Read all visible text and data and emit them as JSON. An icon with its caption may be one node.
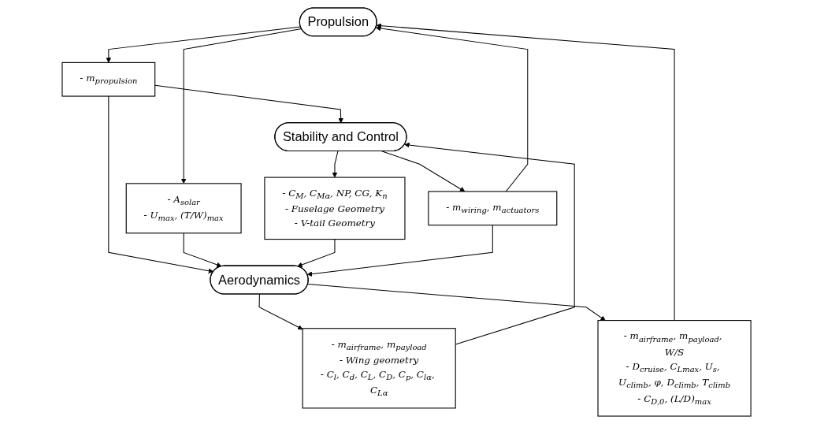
{
  "diagram": {
    "nodes": [
      {
        "text": [
          "Propulsion"
        ]
      },
      {
        "text": [
          "- m$_{propulsion}$"
        ]
      },
      {
        "text": [
          "- A$_{solar}$",
          "- U$_{max}$, (T/W)$_{max}$"
        ]
      },
      {
        "text": [
          "- m$_{airframe}$, m$_{payload}$",
          "- Wing geometry",
          "- C$_{l}$, C$_{d}$, C$_{L}$, C$_{D}$, C$_{p}$, C$_{lα}$, C$_{Lα}$"
        ]
      },
      {
        "text": [
          "Aerodynamics"
        ]
      },
      {
        "text": [
          "- m$_{airframe}$, m$_{payload}$, W/S",
          "- D$_{cruise}$, C$_{Lmax}$, U$_{s}$, U$_{climb}$, φ, D$_{climb}$, T$_{climb}$",
          "- C$_{D,0}$, (L/D)$_{max}$"
        ]
      },
      {
        "text": [
          "Stability and Control"
        ]
      },
      {
        "text": [
          "- C$_{M}$, C$_{Mα}$, NP, CG, K$_{n}$",
          "- Fuselage Geometry",
          "- V-tail Geometry"
        ]
      },
      {
        "text": [
          "- m$_{wiring}$, m$_{actuators}$"
        ]
      }
    ],
    "edges": [
      {
        "from": 0,
        "to": 1,
        "arrow": "to"
      },
      {
        "from": 1,
        "to": 6,
        "arrow": "to"
      },
      {
        "from": 1,
        "to": 4,
        "arrow": "to"
      },
      {
        "from": 0,
        "to": 2,
        "arrow": "to"
      },
      {
        "from": 2,
        "to": 4,
        "arrow": "to"
      },
      {
        "from": 4,
        "to": 3,
        "arrow": "to"
      },
      {
        "from": 3,
        "to": 6,
        "arrow": "to"
      },
      {
        "from": 4,
        "to": 5,
        "arrow": "to"
      },
      {
        "from": 5,
        "to": 0,
        "arrow": "to"
      },
      {
        "from": 7,
        "to": 4,
        "arrow": "to"
      },
      {
        "from": 6,
        "to": 7,
        "arrow": "to"
      },
      {
        "from": 6,
        "to": 8,
        "arrow": "to"
      },
      {
        "from": 8,
        "to": 0,
        "arrow": "to"
      },
      {
        "from": 8,
        "to": 4,
        "arrow": "to"
      }
    ]
  }
}
